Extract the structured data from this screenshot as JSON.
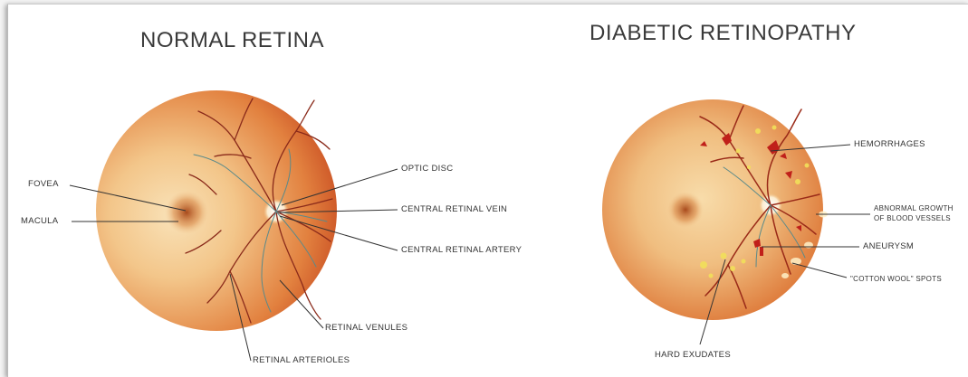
{
  "titles": {
    "normal": "NORMAL RETINA",
    "diabetic": "DIABETIC RETINOPATHY"
  },
  "normal_labels": {
    "fovea": "FOVEA",
    "macula": "MACULA",
    "optic_disc": "OPTIC DISC",
    "central_retinal_vein": "CENTRAL RETINAL VEIN",
    "central_retinal_artery": "CENTRAL RETINAL ARTERY",
    "retinal_venules": "RETINAL VENULES",
    "retinal_arterioles": "RETINAL ARTERIOLES"
  },
  "diabetic_labels": {
    "hemorrhages": "HEMORRHAGES",
    "abnormal_growth_line1": "ABNORMAL GROWTH",
    "abnormal_growth_line2": "OF BLOOD VESSELS",
    "aneurysm": "ANEURYSM",
    "cotton_wool": "\"COTTON WOOL\" SPOTS",
    "hard_exudates": "HARD EXUDATES"
  },
  "colors": {
    "retina_center": "#f6cf8e",
    "retina_edge": "#c8481d",
    "vessel": "#8a2a1a",
    "venule": "#5a8a8a",
    "hemorrhage": "#c0201a",
    "exudate": "#f2e05a"
  }
}
